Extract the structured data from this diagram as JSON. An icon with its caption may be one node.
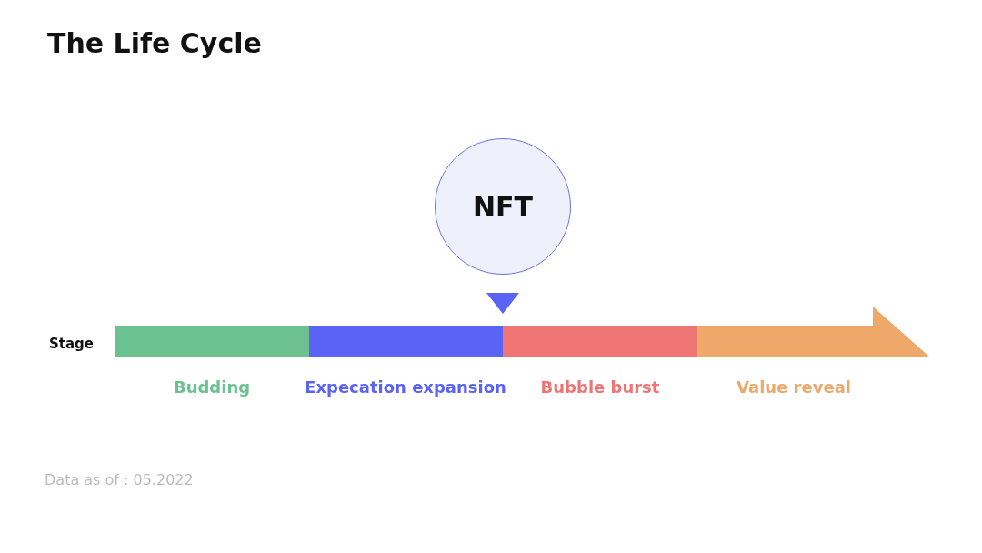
{
  "diagram": {
    "title": "The Life Cycle",
    "nodes": [
      {
        "text": [
          "NFT"
        ]
      }
    ],
    "labels": [
      "Stage",
      "Budding",
      "Expecation expansion",
      "Bubble burst",
      "Value reveal",
      "Data as of : 05.2022"
    ]
  }
}
